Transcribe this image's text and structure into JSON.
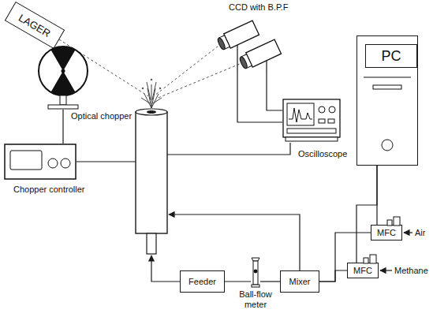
{
  "diagram": {
    "nodes": [
      {
        "text": [
          "LAGER"
        ]
      },
      {
        "text": [
          "Optical chopper"
        ]
      },
      {
        "text": [
          "Chopper controller"
        ]
      },
      {
        "text": [
          "CCD with B.P.F"
        ]
      },
      {
        "text": [
          "Oscilloscope"
        ]
      },
      {
        "text": [
          "PC"
        ]
      },
      {
        "text": [
          "MFC"
        ]
      },
      {
        "text": [
          "MFC"
        ]
      },
      {
        "text": [
          "Mixer"
        ]
      },
      {
        "text": [
          "Feeder"
        ]
      },
      {
        "text": [
          "Ball-flow meter"
        ]
      }
    ],
    "edges": [
      {
        "from": 1,
        "to": 2,
        "arrow": "none"
      },
      {
        "from": 3,
        "to": 4,
        "arrow": "none"
      },
      {
        "from": 3,
        "to": 4,
        "arrow": "none"
      },
      {
        "from": 5,
        "to": 6,
        "arrow": "none"
      },
      {
        "from": 5,
        "to": 7,
        "arrow": "none"
      },
      {
        "from": 6,
        "to": 8,
        "arrow": "none"
      },
      {
        "from": 7,
        "to": 8,
        "arrow": "none"
      },
      {
        "from": 8,
        "to": 10,
        "arrow": "none"
      },
      {
        "from": 10,
        "to": 9,
        "arrow": "none"
      }
    ],
    "labels": [
      "Air",
      "Methane"
    ]
  }
}
